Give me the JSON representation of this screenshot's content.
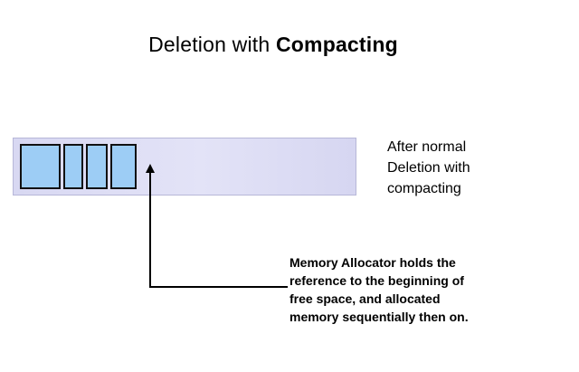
{
  "title": {
    "part1": "Deletion with ",
    "part2": "Compacting"
  },
  "side_label": {
    "lines": [
      "After normal",
      "Deletion with",
      "compacting"
    ]
  },
  "note": {
    "lines": [
      "Memory Allocator holds the",
      "reference to the beginning of",
      "free space, and allocated",
      "memory sequentially then on."
    ]
  },
  "colors": {
    "block_fill": "#9dcdf5",
    "memory_bar_fill": "#dcdcf4",
    "line": "#000000"
  }
}
